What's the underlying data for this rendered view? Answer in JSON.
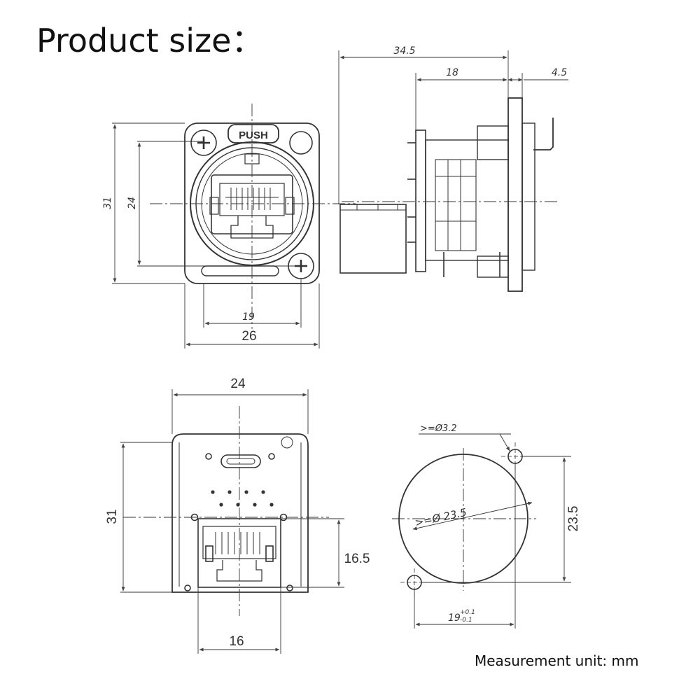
{
  "title": "Product size：",
  "unit_note": "Measurement unit: mm",
  "front_view": {
    "push_label": "PUSH",
    "dim_height_outer": "31",
    "dim_height_inner": "24",
    "dim_width_holes": "19",
    "dim_width_outer": "26"
  },
  "side_view": {
    "dim_total": "34.5",
    "dim_depth": "18",
    "dim_flange": "4.5"
  },
  "rear_view": {
    "dim_width": "24",
    "dim_height": "31",
    "dim_port_height": "16.5",
    "dim_port_width": "16"
  },
  "panel_cutout": {
    "dim_hole": ">=Ø3.2",
    "dim_circle": ">=Ø 23.5",
    "dim_height": "23.5",
    "dim_hole_spacing": "19",
    "tol_plus": "+0.1",
    "tol_minus": "-0.1"
  },
  "colors": {
    "line": "#333333",
    "bg": "#ffffff"
  }
}
